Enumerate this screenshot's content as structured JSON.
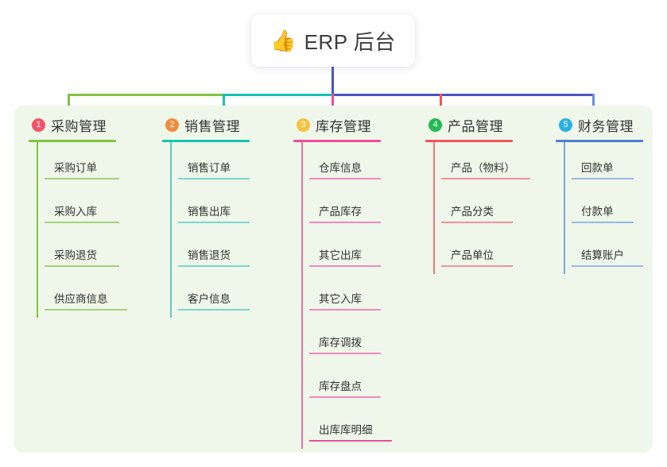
{
  "title": {
    "emoji": "👍",
    "emoji_name": "thumbs-up-icon",
    "text": "ERP 后台"
  },
  "theme": {
    "canvas_bg": "#eef7e9",
    "page_bg": "#ffffff",
    "trunk_color": "#4a55c2",
    "text_color": "#333333"
  },
  "columns": [
    {
      "number": "1",
      "title": "采购管理",
      "badge_color": "#f2546b",
      "line_color": "#82c341",
      "items": [
        "采购订单",
        "采购入库",
        "采购退货",
        "供应商信息"
      ]
    },
    {
      "number": "2",
      "title": "销售管理",
      "badge_color": "#f08c3c",
      "line_color": "#17c3b2",
      "items": [
        "销售订单",
        "销售出库",
        "销售退货",
        "客户信息"
      ]
    },
    {
      "number": "3",
      "title": "库存管理",
      "badge_color": "#f5c242",
      "line_color": "#ef4d9a",
      "items": [
        "仓库信息",
        "产品库存",
        "其它出库",
        "其它入库",
        "库存调拨",
        "库存盘点",
        "出库库明细"
      ]
    },
    {
      "number": "4",
      "title": "产品管理",
      "badge_color": "#22bb55",
      "line_color": "#f0555c",
      "items": [
        "产品（物料）",
        "产品分类",
        "产品单位"
      ]
    },
    {
      "number": "5",
      "title": "财务管理",
      "badge_color": "#2ab0e0",
      "line_color": "#6a8fd8",
      "items": [
        "回款单",
        "付款单",
        "结算账户"
      ]
    }
  ],
  "connectors": {
    "trunk": {
      "color": "#4a55c2"
    },
    "bar_segments": [
      {
        "color": "#82c341"
      },
      {
        "color": "#17c3b2"
      },
      {
        "color": "#4a55c2"
      }
    ],
    "drops": [
      {
        "color": "#82c341"
      },
      {
        "color": "#17c3b2"
      },
      {
        "color": "#ef4d9a"
      },
      {
        "color": "#f0555c"
      },
      {
        "color": "#6a8fd8"
      }
    ]
  }
}
